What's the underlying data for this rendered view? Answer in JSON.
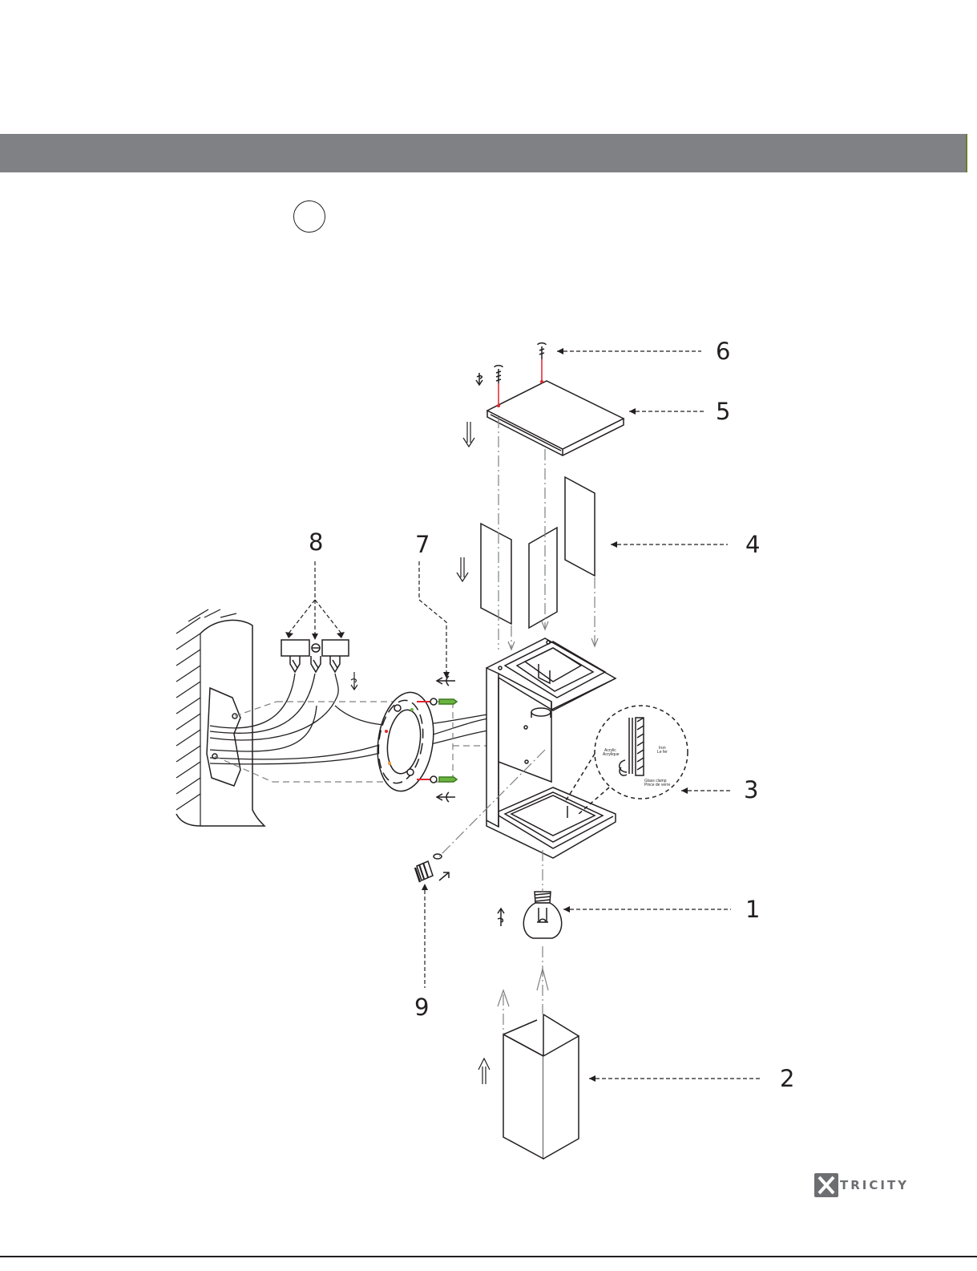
{
  "callouts": {
    "c1": "1",
    "c2": "2",
    "c3": "3",
    "c4": "4",
    "c5": "5",
    "c6": "6",
    "c7": "7",
    "c8": "8",
    "c9": "9"
  },
  "detail_labels": {
    "acrylic": "Acrylic",
    "acrylique": "Acrylique",
    "iron": "Iron",
    "le_fer": "Le fer",
    "glass_clamp": "Glass clamp",
    "pince_de_verre": "Pince de verre"
  },
  "logo": {
    "text": "TRICITY",
    "icon": "x-logo-icon"
  },
  "colors": {
    "header_bar": "#808184",
    "line": "#231f20",
    "screw_tip": "#e0252f",
    "anchor": "#6bb43f"
  }
}
